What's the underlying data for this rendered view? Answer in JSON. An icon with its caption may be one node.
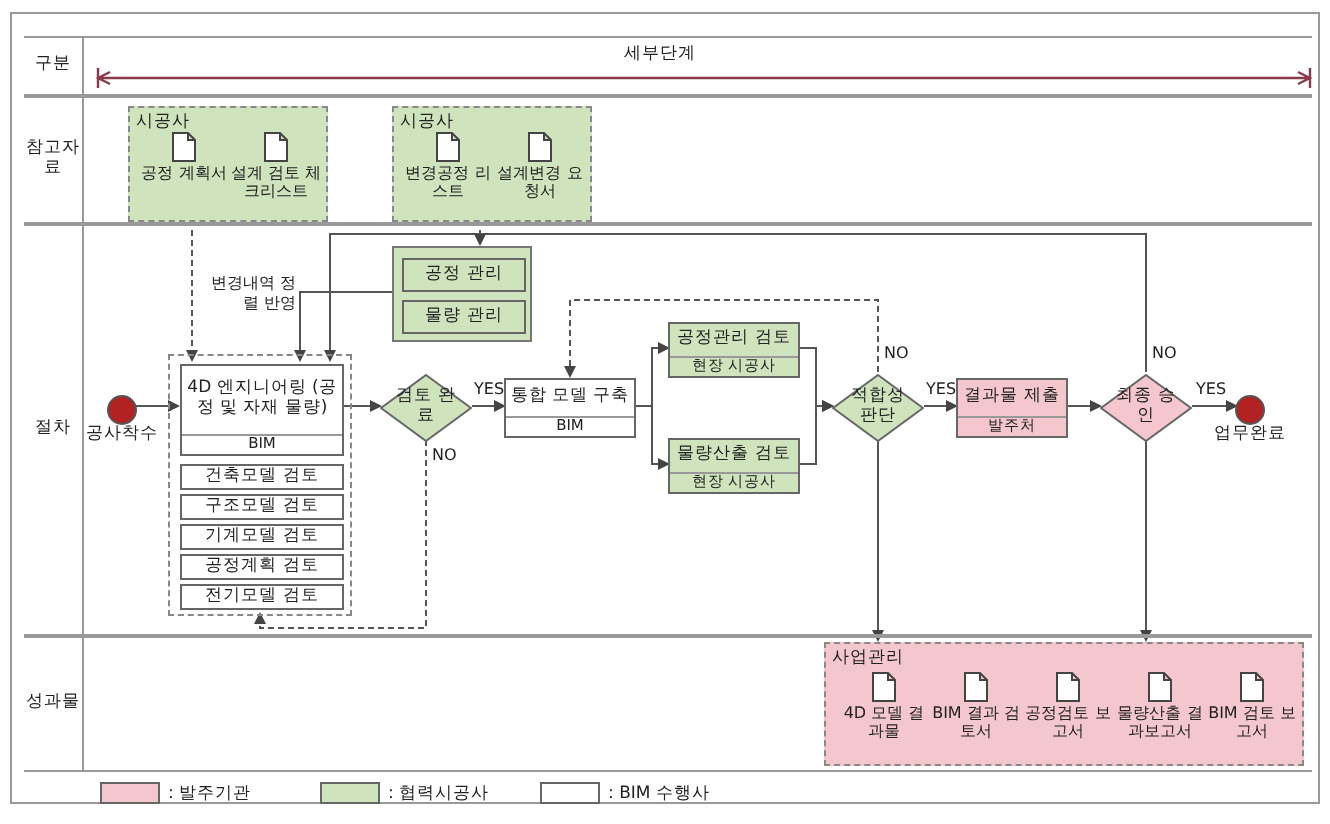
{
  "diagram": {
    "nodes": [
      {
        "text": [
          "구분"
        ]
      },
      {
        "text": [
          "세부단계"
        ],
        "in": 0
      },
      {
        "text": [
          "참고자료"
        ]
      },
      {
        "text": [
          "시공사"
        ],
        "in": 2
      },
      {
        "text": [
          "공정 계획서"
        ],
        "in": 3
      },
      {
        "text": [
          "설계 검토 체크리스트"
        ],
        "in": 3
      },
      {
        "text": [
          "시공사"
        ],
        "in": 2
      },
      {
        "text": [
          "변경공정 리스트"
        ],
        "in": 6
      },
      {
        "text": [
          "설계변경 요청서"
        ],
        "in": 6
      },
      {
        "text": [
          "절차"
        ]
      },
      {
        "text": [],
        "shape": "circle",
        "beside": [
          "공사착수"
        ],
        "in": 9
      },
      {
        "text": [],
        "shape": "box",
        "in": 9
      },
      {
        "text": [
          "공정 관리"
        ],
        "in": 11
      },
      {
        "text": [
          "물량 관리"
        ],
        "in": 11
      },
      {
        "text": [],
        "shape": "box",
        "in": 9
      },
      {
        "text": [
          "4D 엔지니어링 (공정 및 자재 물량)",
          "BIM"
        ],
        "in": 14
      },
      {
        "text": [
          "건축모델 검토"
        ],
        "in": 14
      },
      {
        "text": [
          "구조모델 검토"
        ],
        "in": 14
      },
      {
        "text": [
          "기계모델 검토"
        ],
        "in": 14
      },
      {
        "text": [
          "공정계획 검토"
        ],
        "in": 14
      },
      {
        "text": [
          "전기모델 검토"
        ],
        "in": 14
      },
      {
        "text": [
          "검토 완료"
        ],
        "in": 9
      },
      {
        "text": [
          "통합 모델 구축",
          "BIM"
        ],
        "in": 9
      },
      {
        "text": [
          "공정관리 검토",
          "현장 시공사"
        ],
        "in": 9
      },
      {
        "text": [
          "물량산출 검토",
          "현장 시공사"
        ],
        "in": 9
      },
      {
        "text": [
          "적합성 판단"
        ],
        "in": 9
      },
      {
        "text": [
          "결과물 제출",
          "발주처"
        ],
        "in": 9
      },
      {
        "text": [
          "최종 승인"
        ],
        "in": 9
      },
      {
        "text": [],
        "shape": "circle",
        "beside": [
          "업무완료"
        ],
        "in": 9
      },
      {
        "text": [
          "성과물"
        ]
      },
      {
        "text": [
          "사업관리"
        ],
        "in": 29
      },
      {
        "text": [
          "4D 모델 결과물"
        ],
        "in": 30
      },
      {
        "text": [
          "BIM 결과 검토서"
        ],
        "in": 30
      },
      {
        "text": [
          "공정검토 보고서"
        ],
        "in": 30
      },
      {
        "text": [
          "물량산출 결과보고서"
        ],
        "in": 30
      },
      {
        "text": [
          "BIM 검토 보고서"
        ],
        "in": 30
      }
    ],
    "edges": [
      {
        "from": 10,
        "to": 15,
        "arrow": "to"
      },
      {
        "from": 15,
        "to": 21,
        "arrow": "to"
      },
      {
        "from": 21,
        "to": 22,
        "arrow": "to",
        "label": "YES"
      },
      {
        "from": 21,
        "to": 14,
        "arrow": "to",
        "label": "NO",
        "style": "dashed"
      },
      {
        "from": 22,
        "to": 23,
        "arrow": "to"
      },
      {
        "from": 22,
        "to": 24,
        "arrow": "to"
      },
      {
        "from": 23,
        "to": 25,
        "arrow": "to"
      },
      {
        "from": 24,
        "to": 25,
        "arrow": "to"
      },
      {
        "from": 25,
        "to": 22,
        "arrow": "to",
        "label": "NO",
        "style": "dashed"
      },
      {
        "from": 25,
        "to": 26,
        "arrow": "to",
        "label": "YES"
      },
      {
        "from": 26,
        "to": 27,
        "arrow": "to"
      },
      {
        "from": 27,
        "to": 28,
        "arrow": "to",
        "label": "YES"
      },
      {
        "from": 27,
        "to": 15,
        "arrow": "to",
        "label": "NO"
      },
      {
        "from": 11,
        "to": 15,
        "arrow": "to",
        "label": "변경내역 정렬 반영"
      },
      {
        "from": 6,
        "to": 11,
        "arrow": "to",
        "style": "dashed"
      },
      {
        "from": 3,
        "to": 15,
        "arrow": "to",
        "style": "dashed"
      },
      {
        "from": 25,
        "to": 30,
        "arrow": "to"
      },
      {
        "from": 27,
        "to": 30,
        "arrow": "to"
      }
    ],
    "legend": [
      {
        "text": ": 발주기관",
        "color": "#f4c7cf"
      },
      {
        "text": ": 협력시공사",
        "color": "#cfe3bd"
      },
      {
        "text": ": BIM 수행사",
        "color": "#ffffff"
      }
    ]
  }
}
